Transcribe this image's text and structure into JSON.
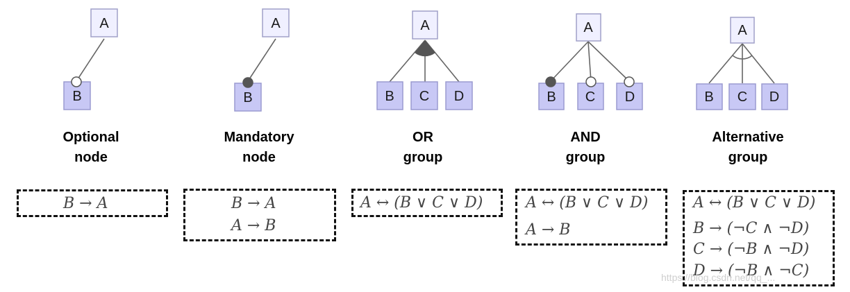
{
  "nodes": {
    "optional": {
      "parent": "A",
      "child": "B"
    },
    "mandatory": {
      "parent": "A",
      "child": "B"
    },
    "or_group": {
      "parent": "A",
      "children": [
        "B",
        "C",
        "D"
      ]
    },
    "and_group": {
      "parent": "A",
      "children": [
        "B",
        "C",
        "D"
      ]
    },
    "alternative_group": {
      "parent": "A",
      "children": [
        "B",
        "C",
        "D"
      ]
    }
  },
  "captions": {
    "optional": [
      "Optional",
      "node"
    ],
    "mandatory": [
      "Mandatory",
      "node"
    ],
    "or_group": [
      "OR",
      "group"
    ],
    "and_group": [
      "AND",
      "group"
    ],
    "alternative_group": [
      "Alternative",
      "group"
    ]
  },
  "formulas": {
    "optional": [
      "B → A"
    ],
    "mandatory": [
      "B → A",
      "A → B"
    ],
    "or_group": [
      "A ↔ (B ∨ C ∨ D)"
    ],
    "and_group": [
      "A ↔ (B ∨ C ∨ D)",
      "A → B"
    ],
    "alternative_group": [
      "A ↔ (B ∨ C ∨ D)",
      "B → (¬C ∧ ¬D)",
      "C → (¬B ∧ ¬D)",
      "D → (¬B ∧ ¬C)"
    ]
  },
  "watermark": "https://blog.csdn.net/qq_...",
  "colors": {
    "parent_fill": "#f0f0ff",
    "child_fill": "#c8c8f5",
    "edge": "#666666",
    "filled_marker": "#555555"
  }
}
